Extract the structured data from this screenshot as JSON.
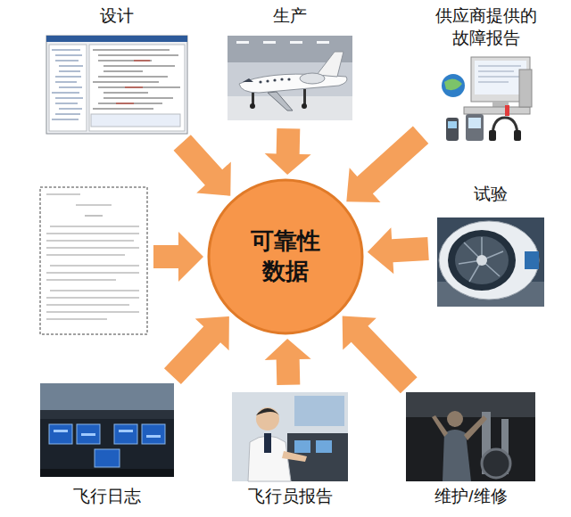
{
  "diagram": {
    "nodes": [
      {
        "text": [
          "设计"
        ]
      },
      {
        "text": [
          "生产"
        ]
      },
      {
        "text": [
          "供应商提供的 故障报告"
        ]
      },
      {
        "text": [
          "试验"
        ]
      },
      {
        "text": [
          "可靠性 数据"
        ]
      },
      {
        "text": [
          "飞行日志"
        ]
      },
      {
        "text": [
          "飞行员报告"
        ]
      },
      {
        "text": [
          "维护/维修"
        ]
      }
    ],
    "edges": [
      {
        "from": 0,
        "to": 4,
        "arrow": "to"
      },
      {
        "from": 1,
        "to": 4,
        "arrow": "to"
      },
      {
        "from": 2,
        "to": 4,
        "arrow": "to"
      },
      {
        "from": 3,
        "to": 4,
        "arrow": "to"
      },
      {
        "from": 5,
        "to": 4,
        "arrow": "to"
      },
      {
        "from": 6,
        "to": 4,
        "arrow": "to"
      },
      {
        "from": 7,
        "to": 4,
        "arrow": "to"
      }
    ]
  }
}
